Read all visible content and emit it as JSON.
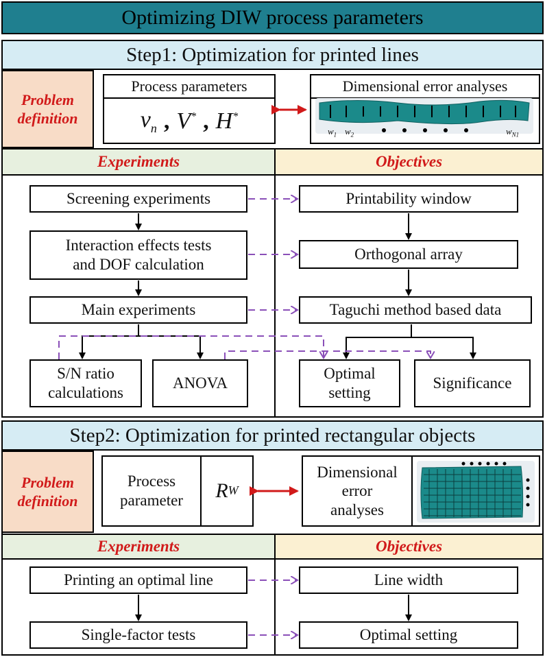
{
  "title": "Optimizing DIW process parameters",
  "step1": {
    "header": "Step1: Optimization for printed lines",
    "problem_definition": "Problem definition",
    "process_parameters_label": "Process parameters",
    "params": {
      "v": "v",
      "v_sub": "n",
      "V": "V",
      "V_sup": "*",
      "H": "H",
      "H_sup": "*",
      "sep": ","
    },
    "dimensional_error_label": "Dimensional error analyses",
    "w1": "w",
    "w1_sub": "1",
    "w2": "w",
    "w2_sub": "2",
    "wn": "w",
    "wn_sub": "N1",
    "experiments_label": "Experiments",
    "objectives_label": "Objectives",
    "experiments": {
      "screening": "Screening experiments",
      "interaction_line1": "Interaction effects tests",
      "interaction_line2": "and DOF calculation",
      "main": "Main experiments",
      "sn_line1": "S/N ratio",
      "sn_line2": "calculations",
      "anova": "ANOVA"
    },
    "objectives": {
      "printability": "Printability window",
      "orthogonal": "Orthogonal array",
      "taguchi": "Taguchi method based data",
      "optimal_line1": "Optimal",
      "optimal_line2": "setting",
      "significance": "Significance"
    }
  },
  "step2": {
    "header": "Step2: Optimization for printed rectangular objects",
    "problem_definition": "Problem definition",
    "process_label_line1": "Process",
    "process_label_line2": "parameter",
    "rw": "R",
    "rw_sub": "W",
    "dim_line1": "Dimensional",
    "dim_line2": "error",
    "dim_line3": "analyses",
    "experiments_label": "Experiments",
    "objectives_label": "Objectives",
    "experiments": {
      "printing": "Printing an optimal line",
      "single": "Single-factor tests"
    },
    "objectives": {
      "line_width": "Line width",
      "optimal": "Optimal setting"
    }
  },
  "colors": {
    "title_bg": "#1f7f8f",
    "step_header_bg": "#d6ecf4",
    "problem_bg": "#f8dcc7",
    "experiments_bg": "#e7f0df",
    "objectives_bg": "#fbf0d2",
    "accent_red": "#d11a1a",
    "dashed_arrow": "#8a4fb8",
    "teal_specimen": "#1b8a8a"
  }
}
